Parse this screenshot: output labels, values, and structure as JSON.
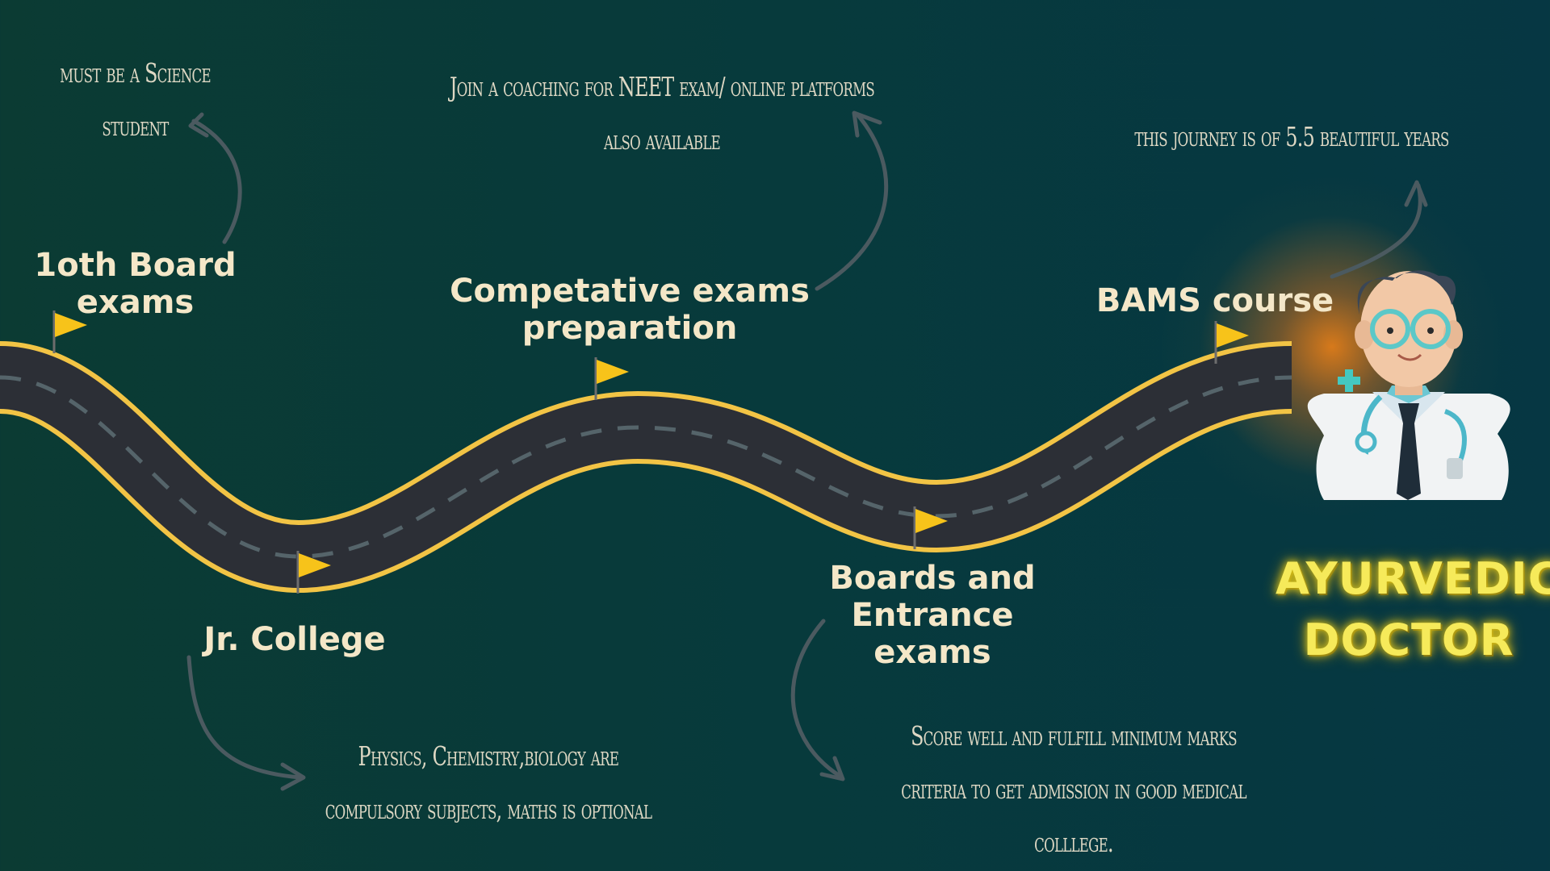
{
  "milestones": {
    "board": "1oth Board\nexams",
    "competitive": "Competative exams\npreparation",
    "bams": "BAMS course",
    "college": "Jr. College",
    "boards_entrance": "Boards and\nEntrance\nexams"
  },
  "notes": {
    "science": "must be a Science\nstudent",
    "coaching": "Join a coaching for NEET exam/ online platforms\nalso available",
    "journey": "this journey is of 5.5 beautiful years",
    "subjects": "Physics, Chemistry,biology are\ncompulsory subjects, maths is optional",
    "score": "Score well and fulfill minimum marks\ncriteria to get admission in good medical\ncolllege."
  },
  "title": {
    "line1": "AYURVEDIC",
    "line2": "DOCTOR"
  },
  "icons": {
    "flag": "flag-icon",
    "doctor": "doctor-illustration",
    "arrow": "curved-arrow-icon"
  },
  "colors": {
    "road": "#2c2f36",
    "road_edge": "#f2c445",
    "flag": "#f7c31a",
    "title": "#f6ea5a"
  }
}
